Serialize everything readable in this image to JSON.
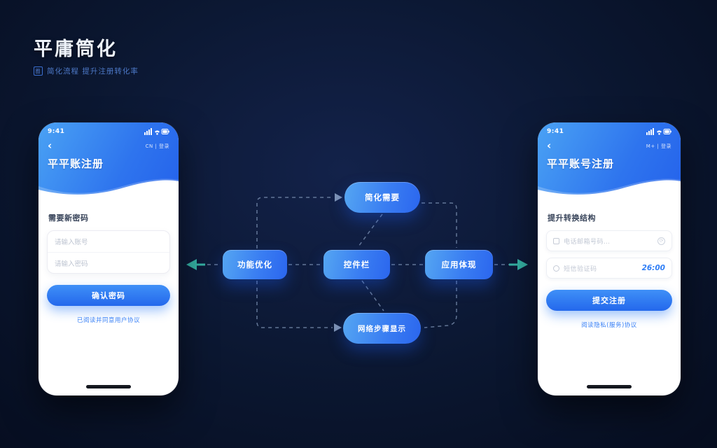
{
  "header": {
    "title": "平庸筒化",
    "subtitle": "简化流程 提升注册转化率",
    "badge": "图"
  },
  "left_phone": {
    "status_bar": {
      "time": "9:41"
    },
    "nav": {
      "back_icon": "‹",
      "action": "CN | 登录"
    },
    "title": "平平账注册",
    "form": {
      "section_label": "需要新密码",
      "fields": [
        {
          "placeholder": "请输入账号"
        },
        {
          "placeholder": "请输入密码"
        }
      ],
      "submit_label": "确认密码",
      "link_label": "已阅读并同意用户协议"
    }
  },
  "right_phone": {
    "status_bar": {
      "time": "9:41"
    },
    "nav": {
      "back_icon": "‹",
      "action": "M+ | 登录"
    },
    "title": "平平账号注册",
    "form": {
      "section_label": "提升转换结构",
      "fields": [
        {
          "icon": "checkbox-icon",
          "placeholder": "电话邮箱号码…",
          "trailing_icon": "refresh-icon"
        },
        {
          "icon": "circle-icon",
          "placeholder": "短信验证码",
          "countdown": "26:00"
        }
      ],
      "submit_label": "提交注册",
      "link_label": "阅读隐私(服务)协议"
    }
  },
  "diagram": {
    "nodes": {
      "top": "简化需要",
      "left": "功能优化",
      "center": "控件栏",
      "right": "应用体现",
      "bottom": "网络步骤显示"
    }
  },
  "colors": {
    "accent_blue": "#2f7ef6",
    "node_gradient_start": "#55a6f2",
    "node_gradient_end": "#2b66ee",
    "teal_arrow": "#35b1a4",
    "dashed_line": "#7f94b5",
    "background": "#0b1731"
  }
}
